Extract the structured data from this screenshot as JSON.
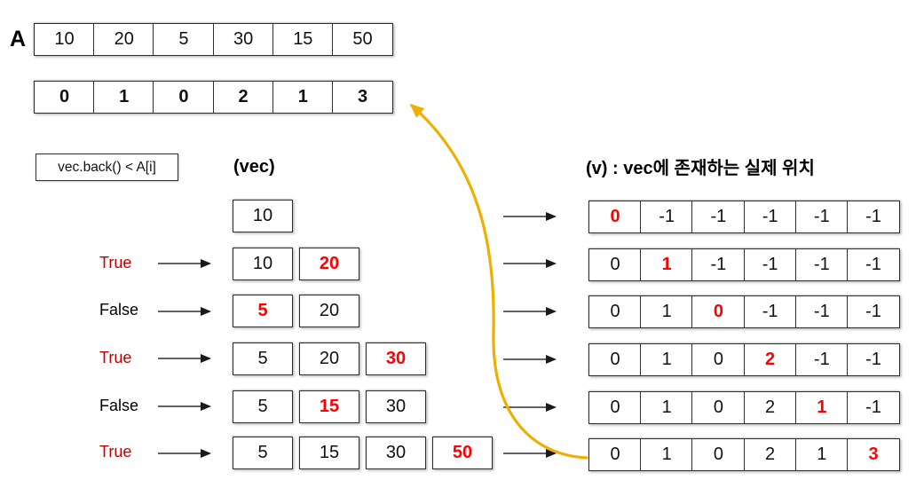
{
  "top": {
    "array_label": "A",
    "a_values": [
      "10",
      "20",
      "5",
      "30",
      "15",
      "50"
    ],
    "index_values": [
      "0",
      "1",
      "0",
      "2",
      "1",
      "3"
    ]
  },
  "condition": {
    "label": "vec.back() < A[i]"
  },
  "headers": {
    "vec": "(vec)",
    "v": "(v) : vec에 존재하는 실제 위치"
  },
  "steps": [
    {
      "label": "",
      "vec": [
        "10"
      ],
      "v": [
        "0",
        "-1",
        "-1",
        "-1",
        "-1",
        "-1"
      ]
    },
    {
      "label": "True",
      "vec": [
        "10",
        "20"
      ],
      "v": [
        "0",
        "1",
        "-1",
        "-1",
        "-1",
        "-1"
      ]
    },
    {
      "label": "False",
      "vec": [
        "5",
        "20"
      ],
      "v": [
        "0",
        "1",
        "0",
        "-1",
        "-1",
        "-1"
      ]
    },
    {
      "label": "True",
      "vec": [
        "5",
        "20",
        "30"
      ],
      "v": [
        "0",
        "1",
        "0",
        "2",
        "-1",
        "-1"
      ]
    },
    {
      "label": "False",
      "vec": [
        "5",
        "15",
        "30"
      ],
      "v": [
        "0",
        "1",
        "0",
        "2",
        "1",
        "-1"
      ]
    },
    {
      "label": "True",
      "vec": [
        "5",
        "15",
        "30",
        "50"
      ],
      "v": [
        "0",
        "1",
        "0",
        "2",
        "1",
        "3"
      ]
    }
  ],
  "colors": {
    "highlight_red": "#FF0000",
    "true_label_red": "#C00000",
    "curve_gold": "#EEAF00",
    "arrow_gray": "#404040"
  }
}
